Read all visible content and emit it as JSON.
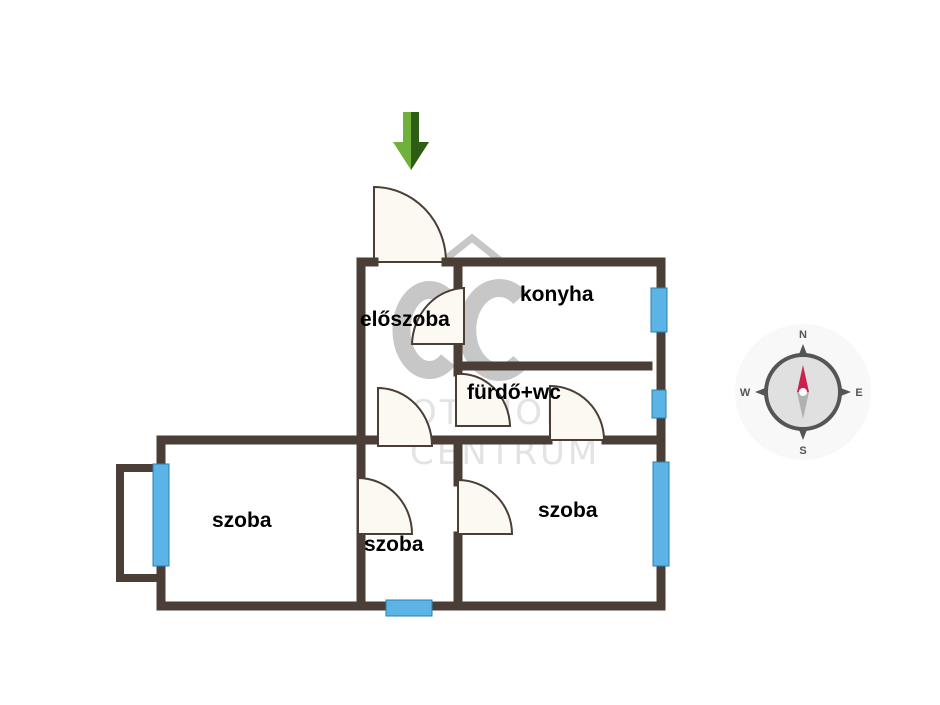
{
  "rooms": {
    "hallway": "előszoba",
    "kitchen": "konyha",
    "bathroom": "fürdő+wc",
    "room_left": "szoba",
    "room_middle": "szoba",
    "room_right": "szoba"
  },
  "compass": {
    "north": "N",
    "south": "S",
    "east": "E",
    "west": "W"
  },
  "watermark": {
    "logo_text": "OC",
    "line1": "OTTHON",
    "line2": "CENTRUM"
  },
  "colors": {
    "wall": "#4a3e36",
    "window": "#5bb4e5",
    "door_fill": "#fcf8f2",
    "entrance_arrow": "#5e9b2c",
    "compass_needle_north": "#c8234c"
  },
  "icons": {
    "entrance": "down-arrow-icon",
    "compass": "compass-icon"
  }
}
